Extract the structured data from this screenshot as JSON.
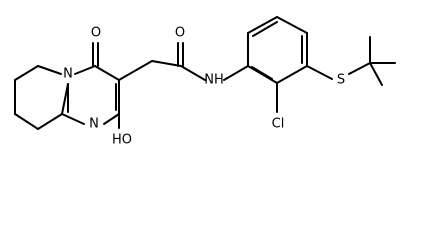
{
  "molecule": {
    "atoms": {
      "ring_o": "O",
      "ring_n": "N",
      "amide_o": "O",
      "amide_nh": "NH",
      "pyrimidine_n": "N",
      "hydroxyl": "HO",
      "chlorine": "Cl",
      "sulfur": "S"
    }
  }
}
